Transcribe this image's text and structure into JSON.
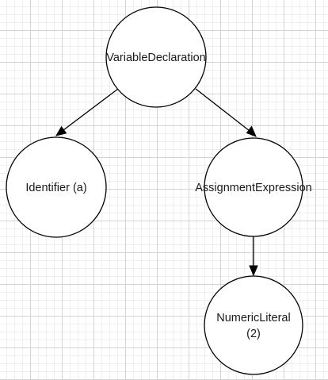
{
  "diagram": {
    "nodes": {
      "variable_declaration": {
        "lines": [
          "VariableDeclaration"
        ]
      },
      "identifier": {
        "lines": [
          "Identifier (a)"
        ]
      },
      "assignment_expression": {
        "lines": [
          "AssignmentExpression"
        ]
      },
      "numeric_literal": {
        "lines": [
          "NumericLiteral",
          "(2)"
        ]
      }
    },
    "edges": [
      {
        "from": "variable_declaration",
        "to": "identifier"
      },
      {
        "from": "variable_declaration",
        "to": "assignment_expression"
      },
      {
        "from": "assignment_expression",
        "to": "numeric_literal"
      }
    ]
  }
}
